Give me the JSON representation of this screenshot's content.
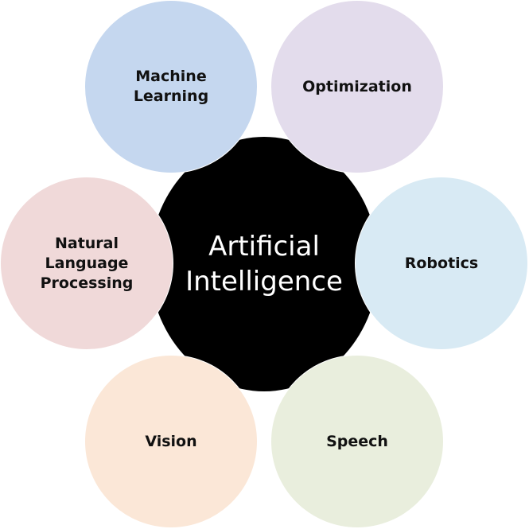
{
  "center": {
    "label": "Artificial\nIntelligence",
    "color": "#000000",
    "text_color": "#ffffff"
  },
  "nodes": [
    {
      "label": "Machine\nLearning",
      "color": "#c5d7ef"
    },
    {
      "label": "Optimization",
      "color": "#e3dcec"
    },
    {
      "label": "Robotics",
      "color": "#d8eaf4"
    },
    {
      "label": "Speech",
      "color": "#e9eedd"
    },
    {
      "label": "Vision",
      "color": "#fbe7d7"
    },
    {
      "label": "Natural\nLanguage\nProcessing",
      "color": "#f0d9d9"
    }
  ]
}
